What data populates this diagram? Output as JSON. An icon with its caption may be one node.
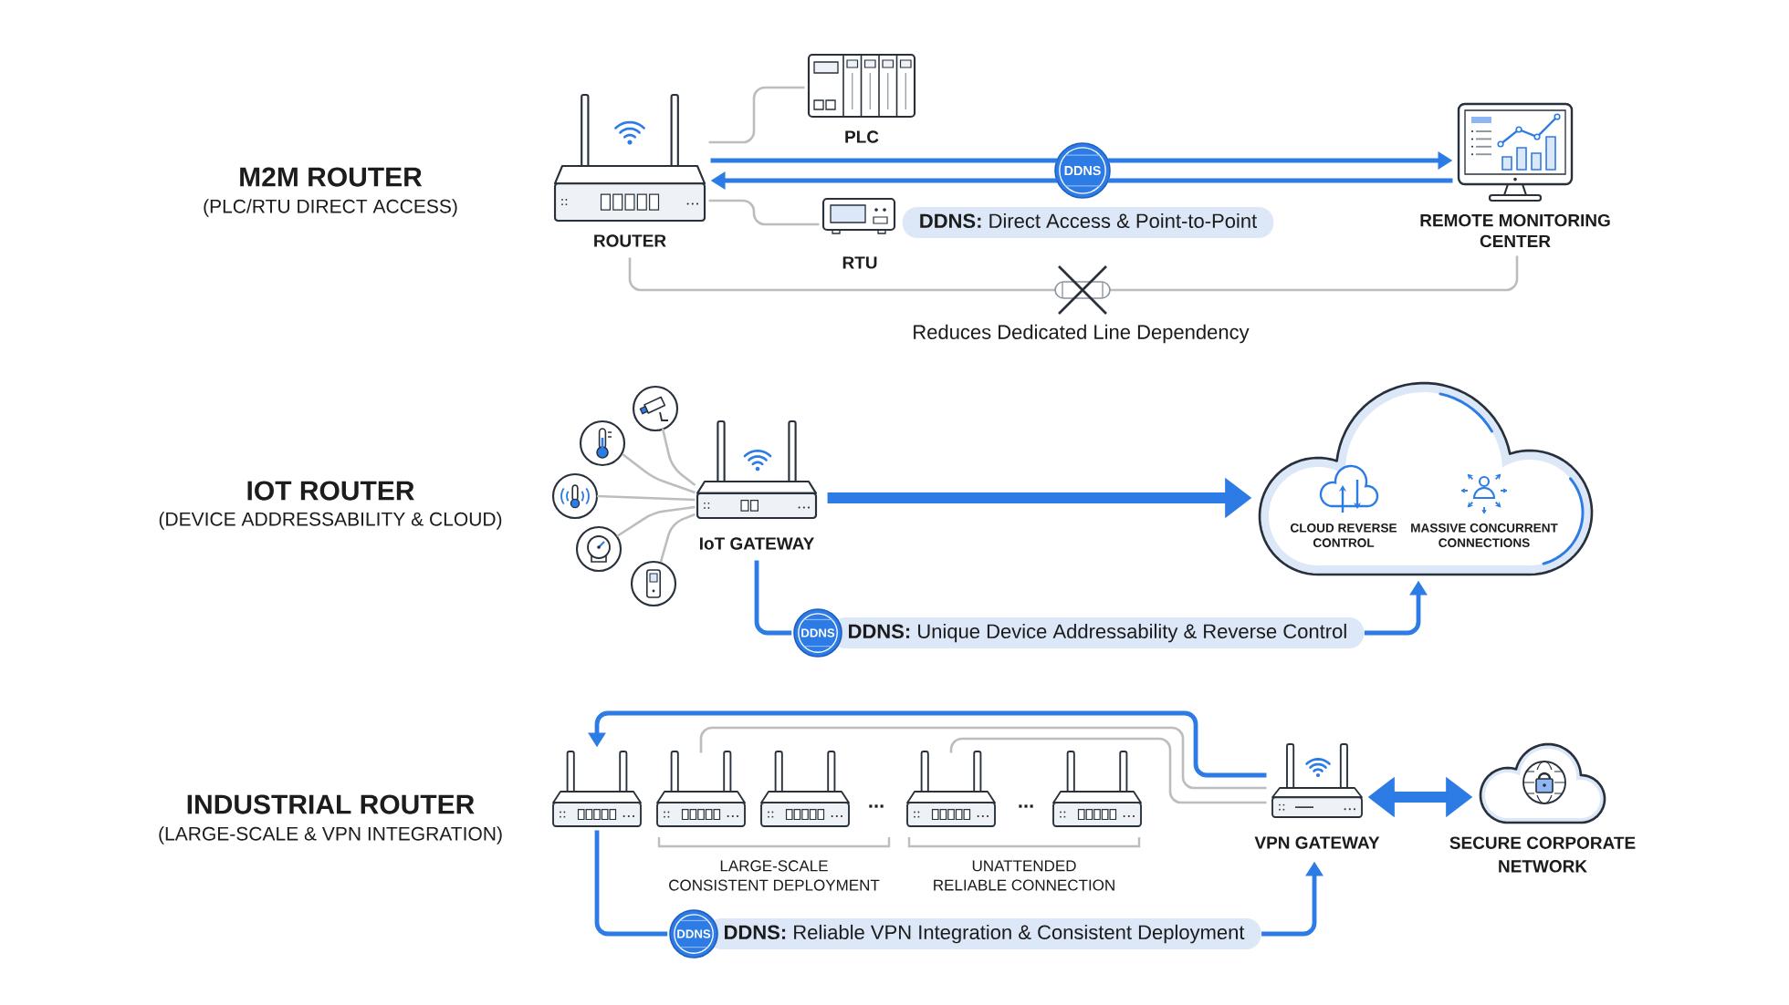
{
  "diagram": {
    "nodes": [
      {
        "text": [
          "ROUTER"
        ]
      },
      {
        "text": [
          "PLC"
        ]
      },
      {
        "text": [
          "DDNS"
        ]
      },
      {
        "text": [
          "RTU"
        ]
      },
      {
        "text": [
          "**DDNS:** Direct Access & Point-to-Point"
        ]
      },
      {
        "text": [
          "REMOTE MONITORING CENTER"
        ]
      },
      {
        "text": [],
        "shape": "circle"
      },
      {
        "text": [],
        "shape": "circle"
      },
      {
        "text": [],
        "shape": "circle"
      },
      {
        "text": [],
        "shape": "circle"
      },
      {
        "text": [],
        "shape": "circle"
      },
      {
        "text": [
          "IoT GATEWAY"
        ]
      },
      {
        "text": [
          "CLOUD REVERSE CONTROL",
          "MASSIVE CONCURRENT CONNECTIONS"
        ]
      },
      {
        "text": [
          "DDNS"
        ]
      },
      {
        "text": [
          "**DDNS:** Unique Device Addressability & Reverse Control"
        ]
      },
      {
        "text": [],
        "shape": "picture"
      },
      {
        "text": [],
        "shape": "picture"
      },
      {
        "text": [],
        "shape": "picture"
      },
      {
        "text": [],
        "shape": "picture"
      },
      {
        "text": [],
        "shape": "picture"
      },
      {
        "text": [
          "VPN GATEWAY"
        ]
      },
      {
        "text": [
          "SECURE CORPORATE NETWORK"
        ]
      },
      {
        "text": [
          "DDNS"
        ]
      },
      {
        "text": [
          "**DDNS:** Reliable VPN Integration & Consistent Deployment"
        ]
      }
    ],
    "edges": [
      {
        "from": 0,
        "to": 1,
        "arrow": "none",
        "color": "#bdbdbd"
      },
      {
        "from": 0,
        "to": 3,
        "arrow": "none",
        "color": "#bdbdbd"
      },
      {
        "from": 2,
        "to": 5,
        "arrow": "to"
      },
      {
        "from": 2,
        "to": 0,
        "arrow": "to"
      },
      {
        "from": 0,
        "to": 5,
        "arrow": "none",
        "label": "Reduces Dedicated Line Dependency",
        "color": "#bdbdbd"
      },
      {
        "from": 6,
        "to": 11,
        "arrow": "none",
        "color": "#bdbdbd"
      },
      {
        "from": 7,
        "to": 11,
        "arrow": "none",
        "color": "#bdbdbd"
      },
      {
        "from": 8,
        "to": 11,
        "arrow": "none",
        "color": "#bdbdbd"
      },
      {
        "from": 9,
        "to": 11,
        "arrow": "none",
        "color": "#bdbdbd"
      },
      {
        "from": 10,
        "to": 11,
        "arrow": "none",
        "color": "#bdbdbd"
      },
      {
        "from": 11,
        "to": 12,
        "arrow": "to",
        "style": "thick"
      },
      {
        "from": 11,
        "to": 13,
        "arrow": "none"
      },
      {
        "from": 14,
        "to": 12,
        "arrow": "to"
      },
      {
        "from": 20,
        "to": 15,
        "arrow": "to"
      },
      {
        "from": 20,
        "to": 16,
        "arrow": "none",
        "color": "#bdbdbd"
      },
      {
        "from": 20,
        "to": 18,
        "arrow": "none",
        "color": "#bdbdbd"
      },
      {
        "from": 15,
        "to": 22,
        "arrow": "none"
      },
      {
        "from": 23,
        "to": 20,
        "arrow": "to"
      },
      {
        "from": 20,
        "to": 21,
        "arrow": "both",
        "style": "thick"
      },
      {
        "from": 0,
        "to": 2,
        "arrow": "none"
      },
      {
        "from": 5,
        "to": 2,
        "arrow": "none"
      }
    ],
    "labels": [
      "M2M ROUTER",
      "(PLC/RTU DIRECT ACCESS)",
      "IOT ROUTER",
      "(DEVICE ADDRESSABILITY & CLOUD)",
      "INDUSTRIAL ROUTER",
      "(LARGE-SCALE & VPN INTEGRATION)",
      "...",
      "...",
      "LARGE-SCALE CONSISTENT DEPLOYMENT",
      "UNATTENDED RELIABLE CONNECTION"
    ]
  }
}
